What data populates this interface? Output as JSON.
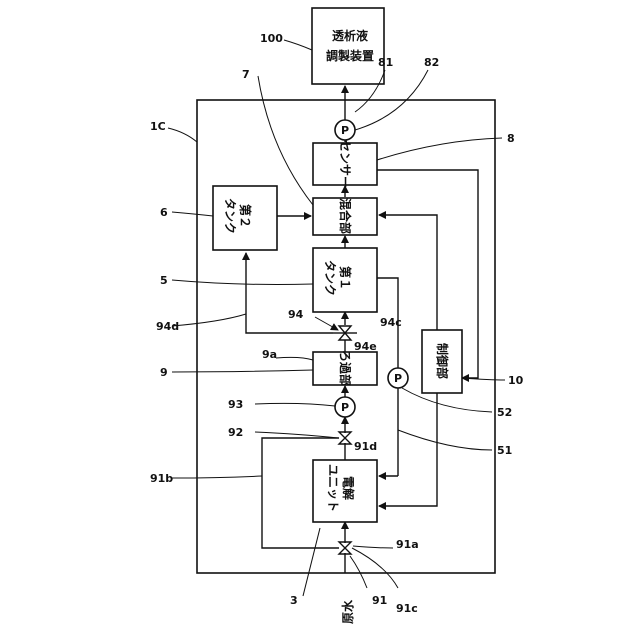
{
  "frame": {
    "label": "1C"
  },
  "blocks": {
    "dialysate_device": {
      "line1": "透析液",
      "line2": "調製装置",
      "ref": "100"
    },
    "sensor": {
      "text": "センサー",
      "ref": "8"
    },
    "mixer": {
      "text": "混合部",
      "ref": "7"
    },
    "tank2": {
      "line1": "第２",
      "line2": "タンク",
      "ref": "6"
    },
    "tank1": {
      "line1": "第１",
      "line2": "タンク",
      "ref": "5"
    },
    "filter": {
      "text": "ろ過部",
      "ref": "9",
      "subref": "9a"
    },
    "electrolysis": {
      "line1": "電解",
      "line2": "ユニット",
      "ref": "3"
    },
    "controller": {
      "text": "制御部",
      "ref": "10"
    }
  },
  "pumps": {
    "p81": {
      "symbol": "P",
      "ref": "81",
      "ref2": "82"
    },
    "p93": {
      "symbol": "P",
      "ref": "93"
    },
    "p51": {
      "symbol": "P",
      "ref": "51",
      "ref2": "52"
    }
  },
  "valves": {
    "v94": {
      "ref": "94",
      "port_e": "94e",
      "port_c": "94c",
      "port_d": "94d"
    },
    "v92": {
      "ref": "92",
      "port_d": "91d"
    },
    "v91": {
      "ref": "91",
      "port_c": "91c",
      "port_a": "91a"
    }
  },
  "lines": {
    "bypass": "91b"
  },
  "source": {
    "text": "原水"
  }
}
